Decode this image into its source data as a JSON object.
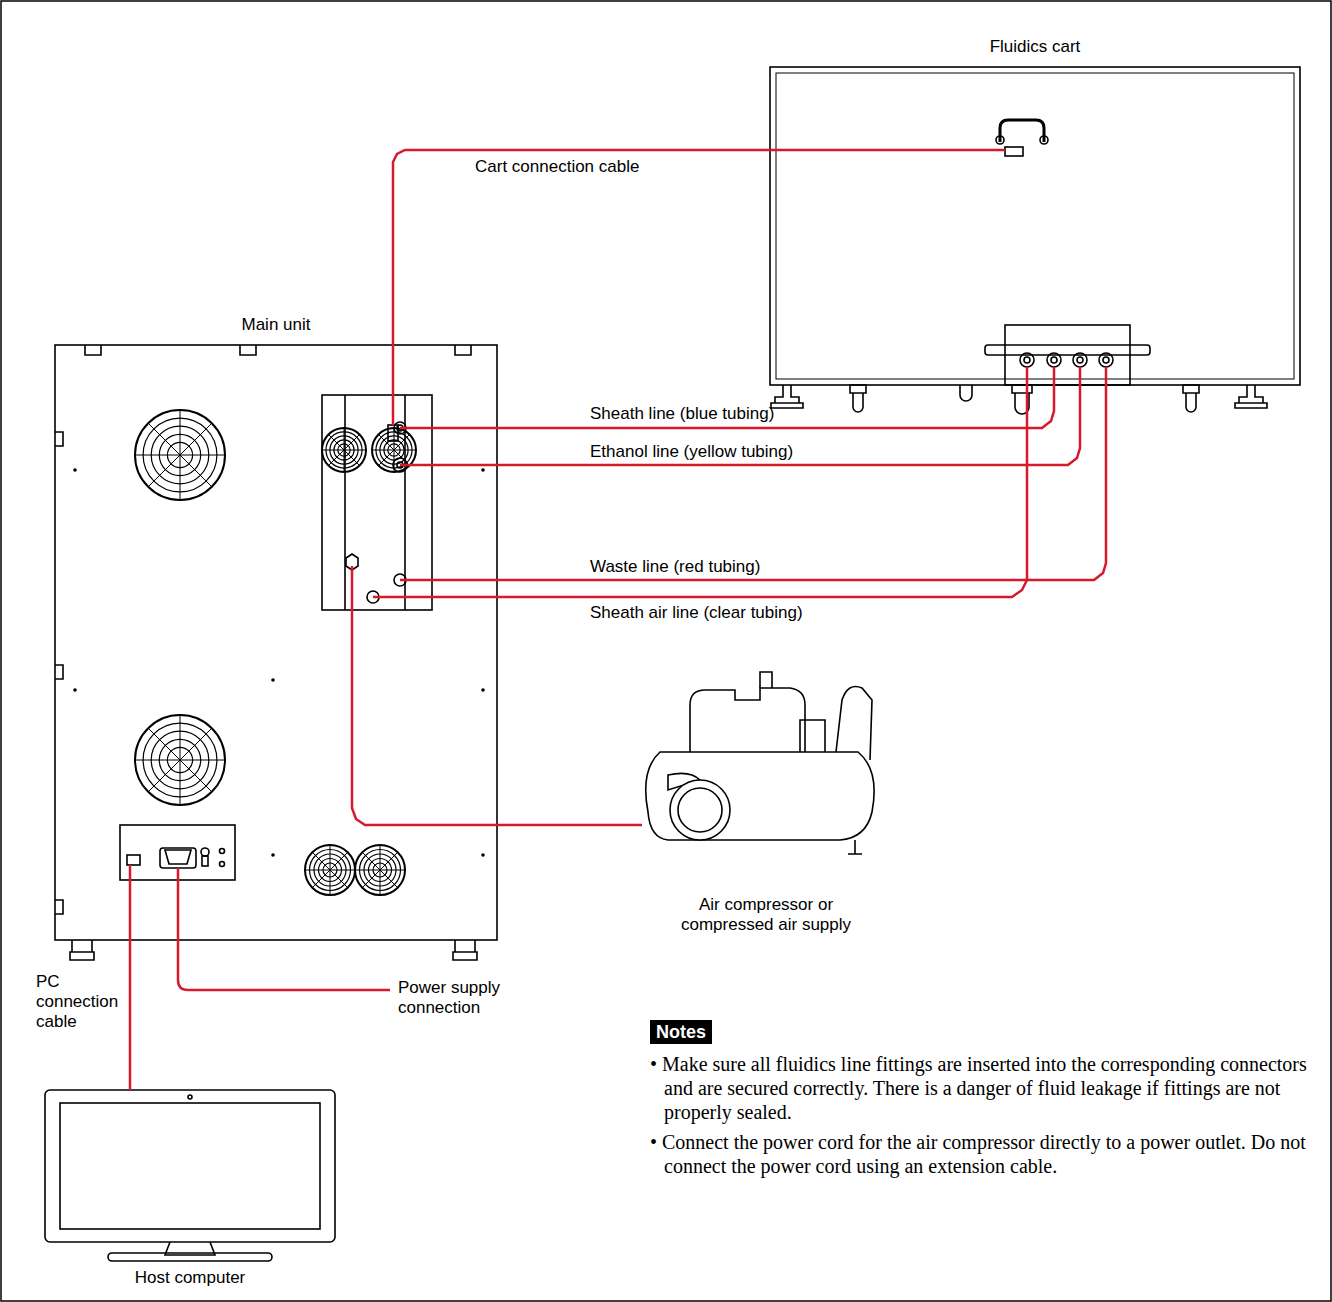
{
  "diagram": {
    "nodes": [
      {
        "text": [
          "Fluidics cart"
        ]
      },
      {
        "text": [
          "Main unit"
        ]
      },
      {
        "text": [
          "Air compressor or compressed air supply"
        ]
      },
      {
        "text": [
          "Host computer"
        ]
      }
    ],
    "edges": [
      {
        "from": 1,
        "to": 0,
        "arrow": "none",
        "label": "Cart connection cable"
      },
      {
        "from": 1,
        "to": 0,
        "arrow": "none",
        "label": "Sheath line (blue tubing)"
      },
      {
        "from": 1,
        "to": 0,
        "arrow": "none",
        "label": "Ethanol line (yellow tubing)"
      },
      {
        "from": 1,
        "to": 0,
        "arrow": "none",
        "label": "Waste line (red tubing)"
      },
      {
        "from": 1,
        "to": 0,
        "arrow": "none",
        "label": "Sheath air line (clear tubing)"
      },
      {
        "from": 2,
        "to": 1,
        "arrow": "none"
      },
      {
        "from": 1,
        "to": 3,
        "arrow": "none",
        "label": "PC connection cable"
      }
    ],
    "labels": [
      "Power supply connection",
      "Notes",
      "• Make sure all fluidics line fittings are inserted into the corresponding connectors and are secured correctly. There is a danger of fluid leakage if fittings are not properly sealed.",
      "• Connect the power cord for the air compressor directly to a power outlet. Do not connect the power cord using an extension cable."
    ]
  }
}
